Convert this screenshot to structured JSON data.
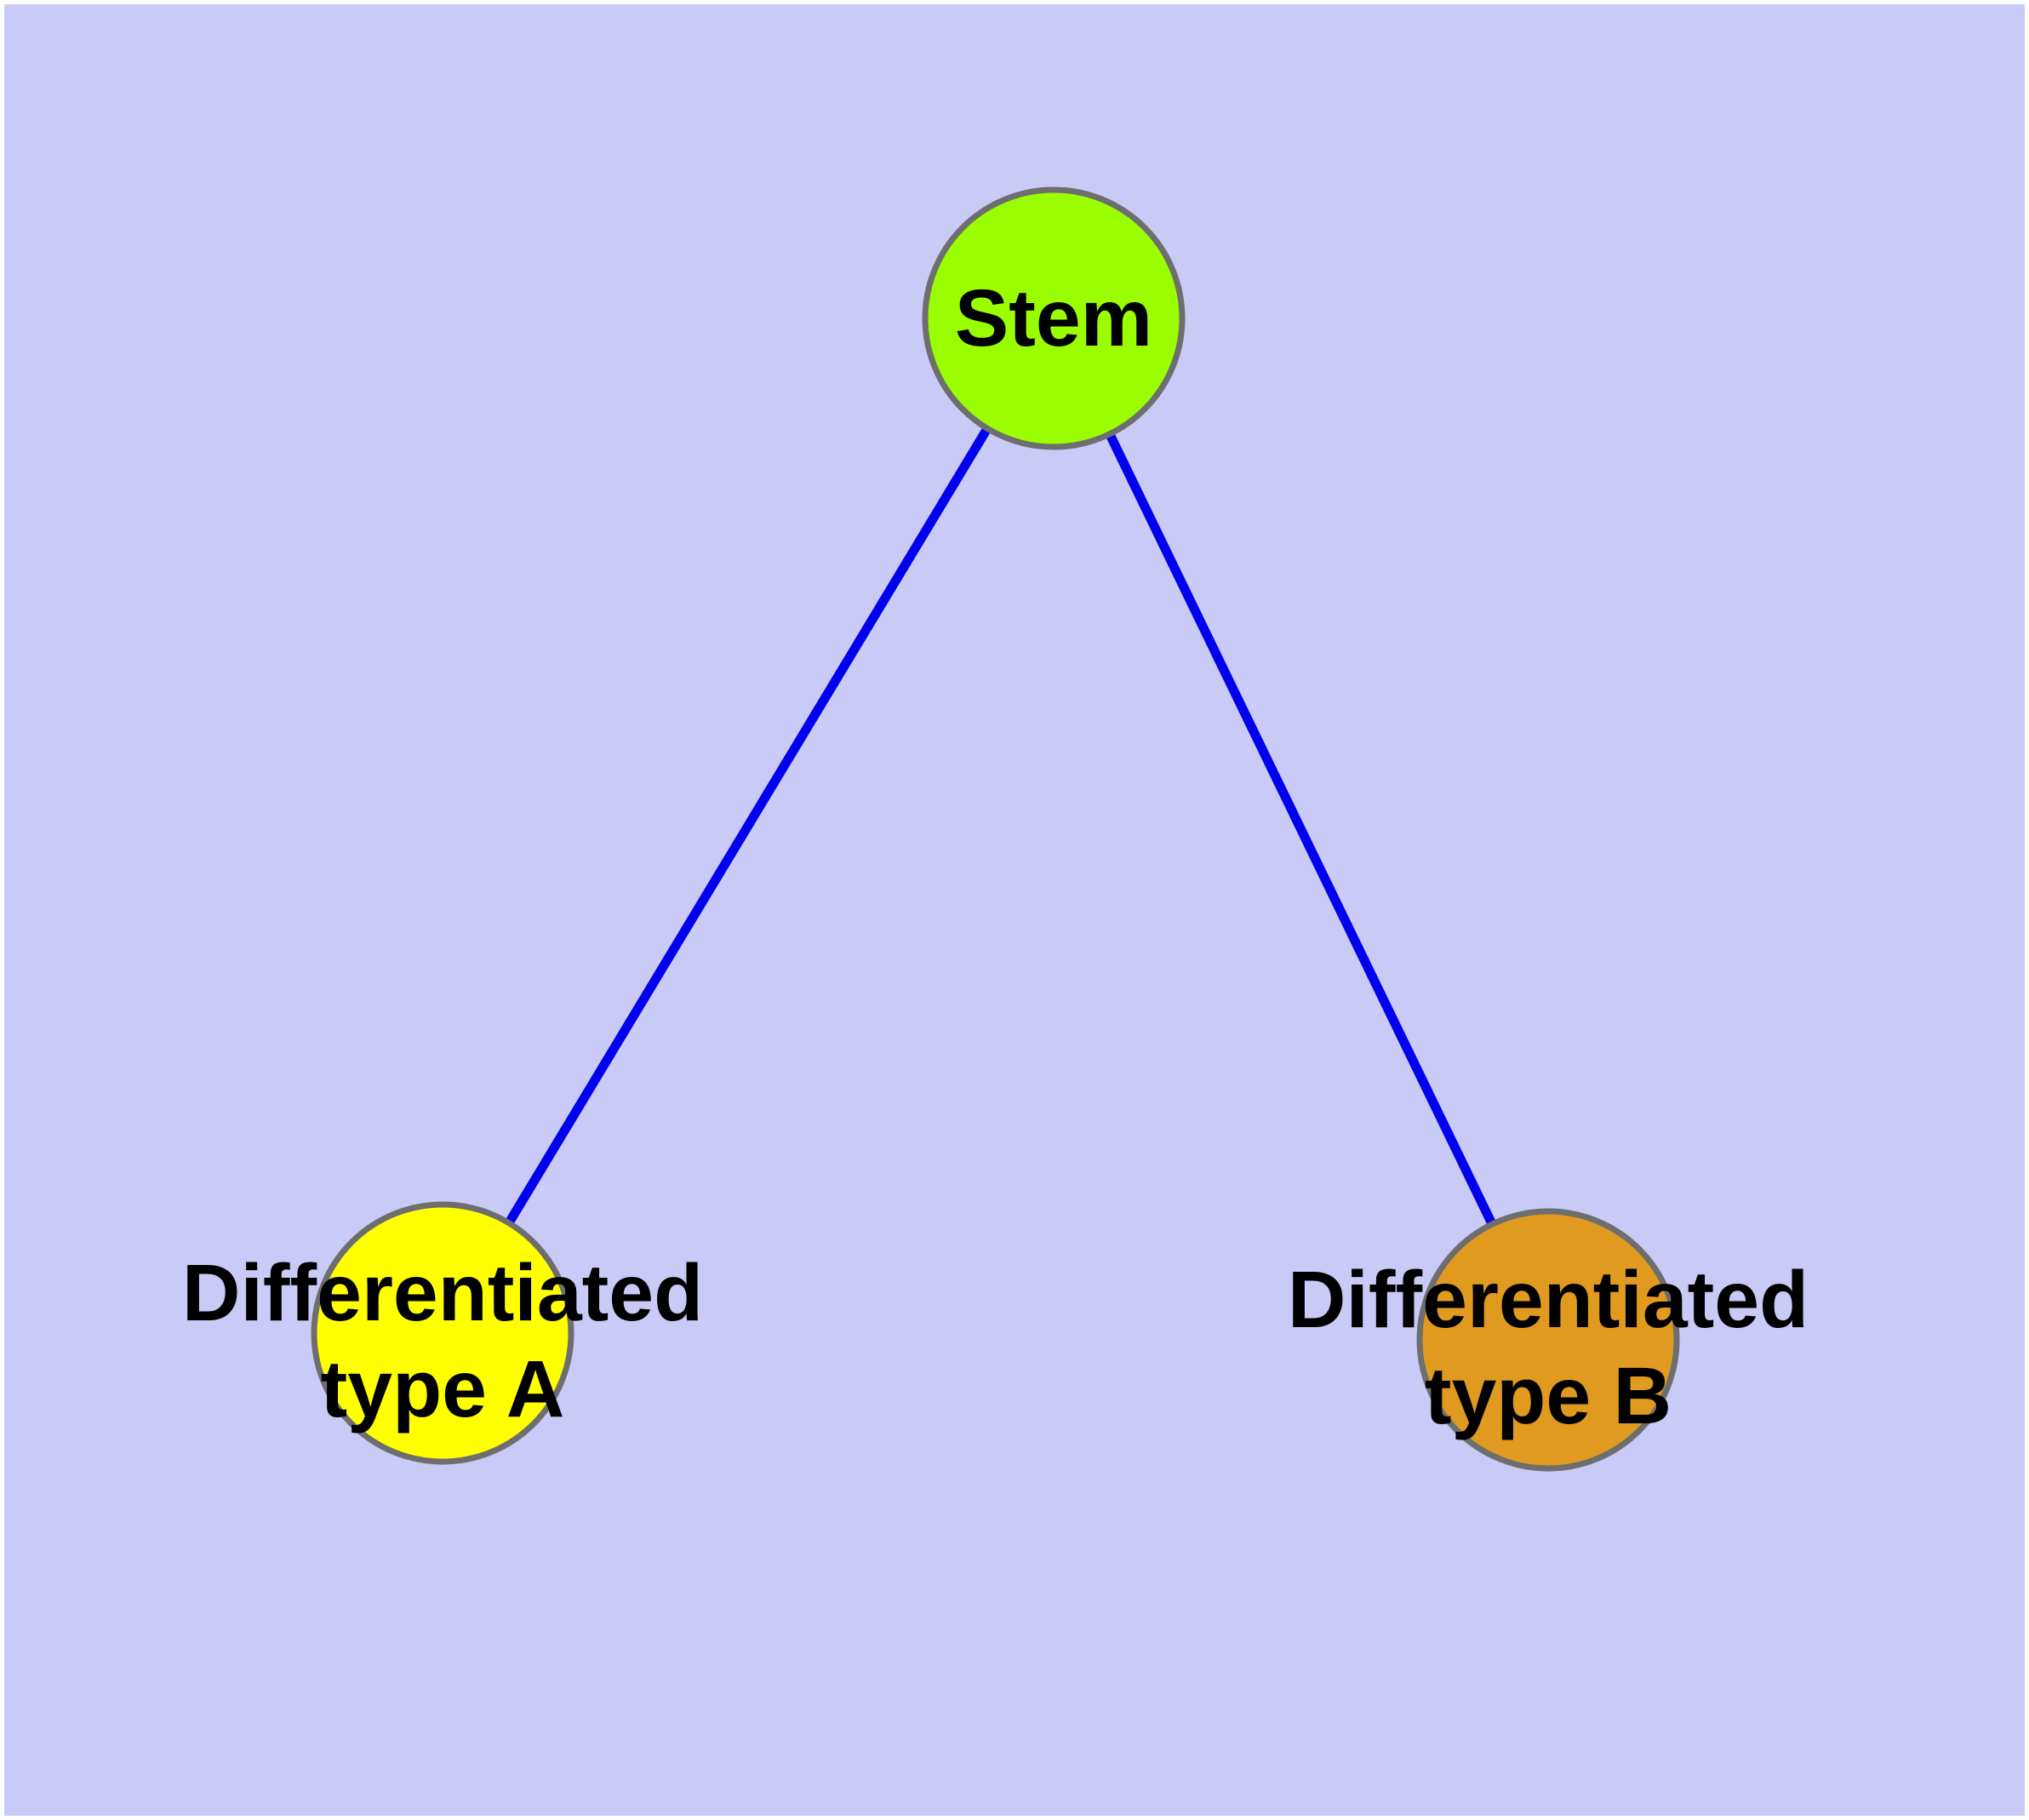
{
  "canvas": {
    "frame_color": "#FFFFFF",
    "background_color": "#CACAF7"
  },
  "styles": {
    "edge_color": "#0000EE",
    "node_border_color": "#6E6E6E",
    "label_color": "#000000"
  },
  "nodes": [
    {
      "id": "stem",
      "label": "Stem",
      "fill": "#9AFE00"
    },
    {
      "id": "differentiated-type-a",
      "label": "Differentiated type A",
      "label_line1": "Differentiated",
      "label_line2": "type A",
      "fill": "#FFFF00"
    },
    {
      "id": "differentiated-type-b",
      "label": "Differentiated type B",
      "label_line1": "Differentiated",
      "label_line2": "type B",
      "fill": "#E09A20"
    }
  ],
  "edges": [
    {
      "from": "Stem",
      "to": "Differentiated type A"
    },
    {
      "from": "Stem",
      "to": "Differentiated type B"
    }
  ]
}
